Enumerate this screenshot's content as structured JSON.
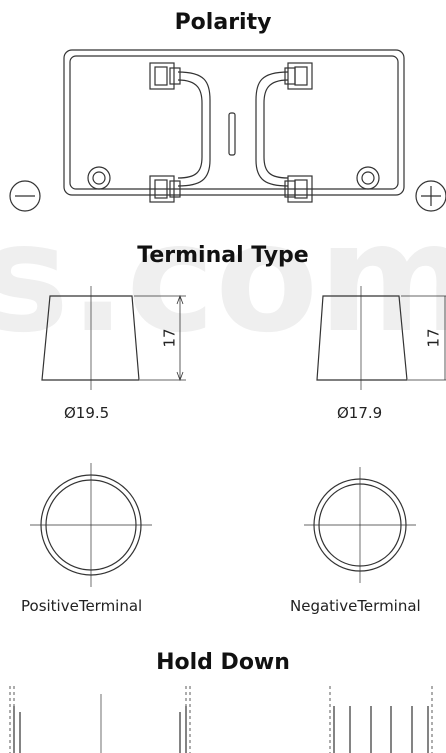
{
  "sections": {
    "polarity_title": "Polarity",
    "terminal_type_title": "Terminal Type",
    "hold_down_title": "Hold Down"
  },
  "terminals": {
    "left_diameter": "Ø19.5",
    "right_diameter": "Ø17.9",
    "left_height": "17",
    "right_height": "17",
    "positive_label": "PositiveTerminal",
    "negative_label": "NegativeTerminal"
  },
  "watermark": "s.com",
  "colors": {
    "line": "#333333",
    "watermark": "#eeeeee"
  }
}
